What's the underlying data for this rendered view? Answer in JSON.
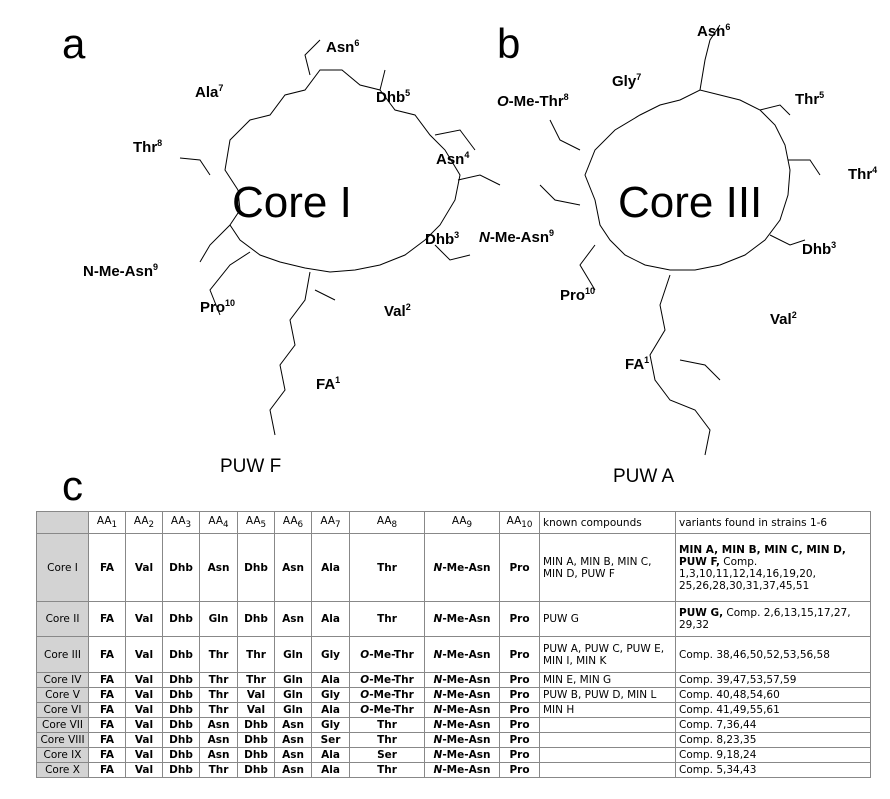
{
  "figure": {
    "panel_a": {
      "letter": "a",
      "core_label": "Core I",
      "compound": "PUW F",
      "residues": [
        {
          "name": "Asn",
          "sup": "6"
        },
        {
          "name": "Ala",
          "sup": "7"
        },
        {
          "name": "Dhb",
          "sup": "5"
        },
        {
          "name": "Thr",
          "sup": "8"
        },
        {
          "name": "Asn",
          "sup": "4"
        },
        {
          "name": "N-Me-Asn",
          "sup": "9"
        },
        {
          "name": "Dhb",
          "sup": "3"
        },
        {
          "name": "Pro",
          "sup": "10"
        },
        {
          "name": "Val",
          "sup": "2"
        },
        {
          "name": "FA",
          "sup": "1"
        }
      ]
    },
    "panel_b": {
      "letter": "b",
      "core_label": "Core III",
      "compound": "PUW A",
      "residues": [
        {
          "name": "Asn",
          "sup": "6"
        },
        {
          "name": "Gly",
          "sup": "7"
        },
        {
          "name": "O-Me-Thr",
          "sup": "8"
        },
        {
          "name": "Thr",
          "sup": "5"
        },
        {
          "name": "Thr",
          "sup": "4"
        },
        {
          "name": "N-Me-Asn",
          "sup": "9"
        },
        {
          "name": "Dhb",
          "sup": "3"
        },
        {
          "name": "Pro",
          "sup": "10"
        },
        {
          "name": "Val",
          "sup": "2"
        },
        {
          "name": "FA",
          "sup": "1"
        }
      ]
    },
    "panel_c": {
      "letter": "c"
    }
  },
  "table": {
    "headers": [
      "AA1",
      "AA2",
      "AA3",
      "AA4",
      "AA5",
      "AA6",
      "AA7",
      "AA8",
      "AA9",
      "AA10",
      "known compounds",
      "variants found in strains 1-6"
    ],
    "rows": [
      {
        "core": "Core I",
        "aa": [
          "FA",
          "Val",
          "Dhb",
          "Asn",
          "Dhb",
          "Asn",
          "Ala",
          "Thr",
          "N-Me-Asn",
          "Pro"
        ],
        "known": "MIN A, MIN B, MIN C, MIN D, PUW F",
        "variants_bold": "MIN A, MIN B, MIN C, MIN D, PUW F,",
        "variants": "Comp. 1,3,10,11,12,14,16,19,20, 25,26,28,30,31,37,45,51"
      },
      {
        "core": "Core II",
        "aa": [
          "FA",
          "Val",
          "Dhb",
          "Gln",
          "Dhb",
          "Asn",
          "Ala",
          "Thr",
          "N-Me-Asn",
          "Pro"
        ],
        "known": "PUW G",
        "variants_bold": "PUW G,",
        "variants": "Comp. 2,6,13,15,17,27, 29,32"
      },
      {
        "core": "Core III",
        "aa": [
          "FA",
          "Val",
          "Dhb",
          "Thr",
          "Thr",
          "Gln",
          "Gly",
          "O-Me-Thr",
          "N-Me-Asn",
          "Pro"
        ],
        "known": "PUW A, PUW C, PUW E, MIN I, MIN K",
        "variants_bold": "",
        "variants": "Comp. 38,46,50,52,53,56,58"
      },
      {
        "core": "Core IV",
        "aa": [
          "FA",
          "Val",
          "Dhb",
          "Thr",
          "Thr",
          "Gln",
          "Ala",
          "O-Me-Thr",
          "N-Me-Asn",
          "Pro"
        ],
        "known": "MIN E, MIN G",
        "variants_bold": "",
        "variants": "Comp. 39,47,53,57,59"
      },
      {
        "core": "Core V",
        "aa": [
          "FA",
          "Val",
          "Dhb",
          "Thr",
          "Val",
          "Gln",
          "Gly",
          "O-Me-Thr",
          "N-Me-Asn",
          "Pro"
        ],
        "known": "PUW B, PUW D, MIN L",
        "variants_bold": "",
        "variants": "Comp. 40,48,54,60"
      },
      {
        "core": "Core VI",
        "aa": [
          "FA",
          "Val",
          "Dhb",
          "Thr",
          "Val",
          "Gln",
          "Ala",
          "O-Me-Thr",
          "N-Me-Asn",
          "Pro"
        ],
        "known": "MIN H",
        "variants_bold": "",
        "variants": "Comp. 41,49,55,61"
      },
      {
        "core": "Core VII",
        "aa": [
          "FA",
          "Val",
          "Dhb",
          "Asn",
          "Dhb",
          "Asn",
          "Gly",
          "Thr",
          "N-Me-Asn",
          "Pro"
        ],
        "known": "",
        "variants_bold": "",
        "variants": "Comp. 7,36,44"
      },
      {
        "core": "Core VIII",
        "aa": [
          "FA",
          "Val",
          "Dhb",
          "Asn",
          "Dhb",
          "Asn",
          "Ser",
          "Thr",
          "N-Me-Asn",
          "Pro"
        ],
        "known": "",
        "variants_bold": "",
        "variants": "Comp. 8,23,35"
      },
      {
        "core": "Core IX",
        "aa": [
          "FA",
          "Val",
          "Dhb",
          "Asn",
          "Dhb",
          "Asn",
          "Ala",
          "Ser",
          "N-Me-Asn",
          "Pro"
        ],
        "known": "",
        "variants_bold": "",
        "variants": "Comp. 9,18,24"
      },
      {
        "core": "Core X",
        "aa": [
          "FA",
          "Val",
          "Dhb",
          "Thr",
          "Dhb",
          "Asn",
          "Ala",
          "Thr",
          "N-Me-Asn",
          "Pro"
        ],
        "known": "",
        "variants_bold": "",
        "variants": "Comp. 5,34,43"
      }
    ]
  }
}
